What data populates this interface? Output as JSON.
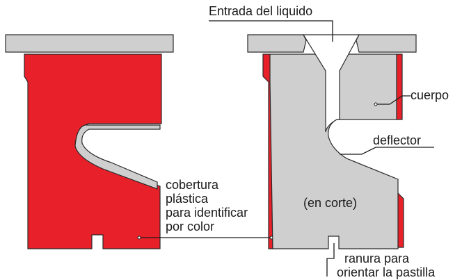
{
  "labels": {
    "inlet": "Entrada del liquido",
    "body": "cuerpo",
    "deflector": "deflector",
    "cover_line1": "cobertura",
    "cover_line2": "plástica",
    "cover_line3": "para identificar",
    "cover_line4": "por color",
    "section": "(en corte)",
    "slot_line1": "ranura para",
    "slot_line2": "orientar la pastilla"
  },
  "colors": {
    "plastic_cover": "#e8202a",
    "metal_body": "#cfcfcf",
    "outline": "#2a2a2a",
    "background": "#ffffff"
  }
}
